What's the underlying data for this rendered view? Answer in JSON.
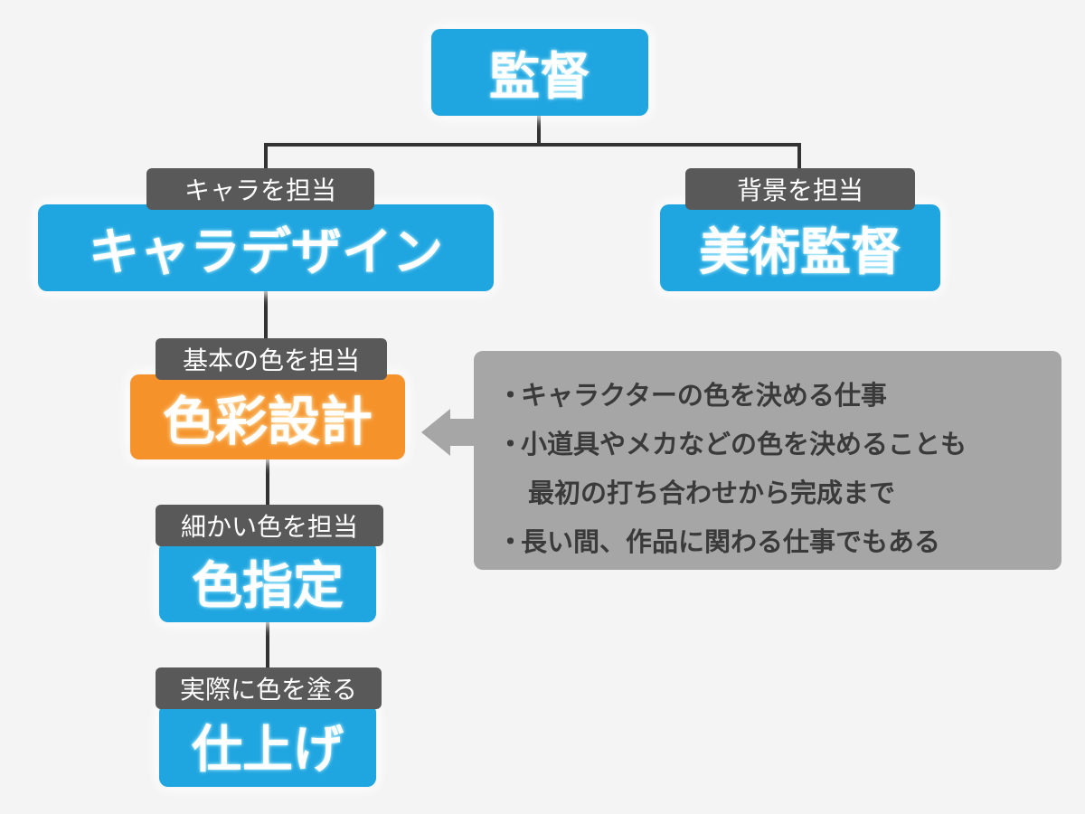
{
  "colors": {
    "node_blue": "#1fa5e0",
    "node_orange": "#f5922a",
    "tag_gray": "#595959",
    "note_gray": "#a6a6a6",
    "line": "#333333"
  },
  "nodes": {
    "director": "監督",
    "character_design": "キャラデザイン",
    "art_director": "美術監督",
    "color_design": "色彩設計",
    "color_specification": "色指定",
    "finishing": "仕上げ"
  },
  "tags": {
    "character_design": "キャラを担当",
    "art_director": "背景を担当",
    "color_design": "基本の色を担当",
    "color_specification": "細かい色を担当",
    "finishing": "実際に色を塗る"
  },
  "note": {
    "bullet": "・",
    "lines": [
      "キャラクターの色を決める仕事",
      "小道具やメカなどの色を決めることも",
      "最初の打ち合わせから完成まで",
      "長い間、作品に関わる仕事でもある"
    ]
  }
}
